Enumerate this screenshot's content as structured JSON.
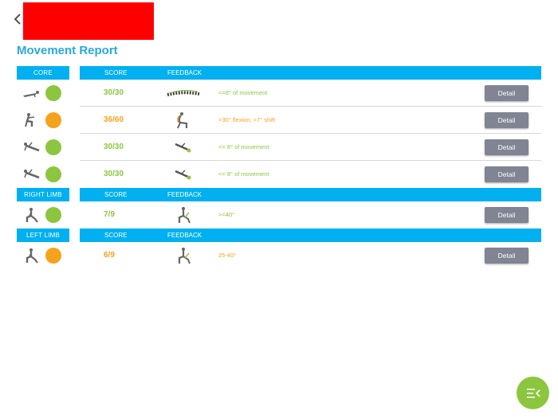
{
  "header": {
    "back_icon": "chevron-left-icon"
  },
  "page": {
    "title": "Movement Report"
  },
  "colors": {
    "accent": "#00b0f0",
    "title": "#29a8e0",
    "good": "#8cc63e",
    "warn": "#f7a21b",
    "button": "#808493"
  },
  "sections": [
    {
      "label": "CORE",
      "score_label": "SCORE",
      "feedback_label": "FEEDBACK",
      "rows": [
        {
          "score": "30/30",
          "status": "green",
          "feedback": "<=8° of movement",
          "detail": "Detail",
          "figure": "plank-figure-icon",
          "feedback_icon": "spine-icon"
        },
        {
          "score": "36/60",
          "status": "orange",
          "feedback": ">30° flexion; >7° shift",
          "detail": "Detail",
          "figure": "squat-figure-icon",
          "feedback_icon": "squat-spine-icon"
        },
        {
          "score": "30/30",
          "status": "green",
          "feedback": "<= 8° of movement",
          "detail": "Detail",
          "figure": "side-plank-figure-icon",
          "feedback_icon": "side-plank-angle-icon"
        },
        {
          "score": "30/30",
          "status": "green",
          "feedback": "<= 8° of movement",
          "detail": "Detail",
          "figure": "side-plank-figure-icon",
          "feedback_icon": "side-plank-angle-icon"
        }
      ]
    },
    {
      "label": "RIGHT LIMB",
      "score_label": "SCORE",
      "feedback_label": "FEEDBACK",
      "rows": [
        {
          "score": "7/9",
          "status": "green",
          "feedback": ">=40°",
          "detail": "Detail",
          "figure": "lunge-figure-icon",
          "feedback_icon": "lunge-angle-icon"
        }
      ]
    },
    {
      "label": "LEFT LIMB",
      "score_label": "SCORE",
      "feedback_label": "FEEDBACK",
      "rows": [
        {
          "score": "6/9",
          "status": "orange",
          "feedback": "25-40°",
          "detail": "Detail",
          "figure": "lunge-figure-icon",
          "feedback_icon": "lunge-angle-icon"
        }
      ]
    }
  ],
  "fab": {
    "icon": "menu-collapse-icon"
  }
}
